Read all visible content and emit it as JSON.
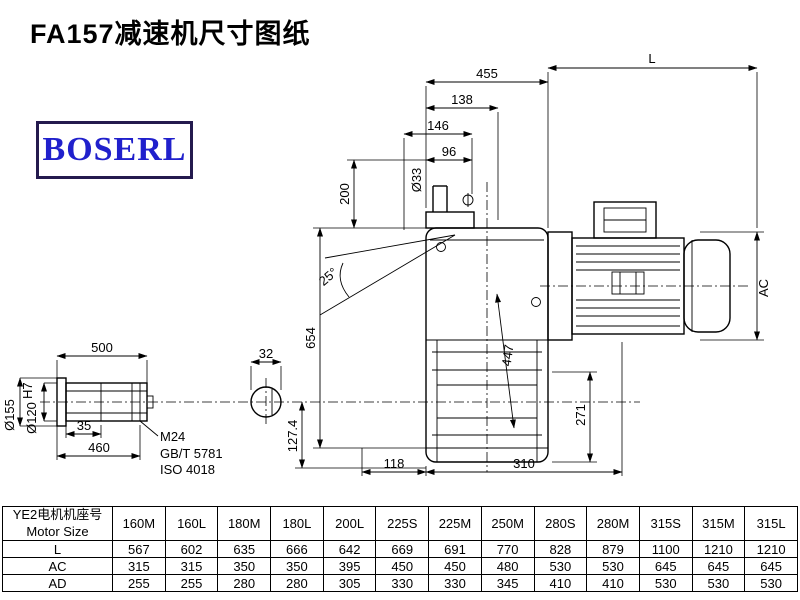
{
  "page": {
    "title": "FA157减速机尺寸图纸"
  },
  "logo": {
    "text": "BOSERL"
  },
  "drawing": {
    "dims": {
      "top_455": "455",
      "top_L": "L",
      "top_138": "138",
      "top_146": "146",
      "top_96": "96",
      "dia_33": "Ø33",
      "v_200": "200",
      "angle_25": "25°",
      "v_654": "654",
      "v_447": "447",
      "v_AC": "AC",
      "v_271": "271",
      "b_118": "118",
      "b_310": "310",
      "v_127_4": "127.4",
      "s_32": "32",
      "s_500": "500",
      "s_35": "35",
      "s_460": "460",
      "dia_155": "Ø155",
      "dia_120_base": "Ø120",
      "dia_120_sup": "H7",
      "thread": "M24",
      "std_gb": "GB/T 5781",
      "std_iso": "ISO 4018"
    }
  },
  "table": {
    "header": {
      "line1": "YE2电机机座号",
      "line2": "Motor Size"
    },
    "columns": [
      "160M",
      "160L",
      "180M",
      "180L",
      "200L",
      "225S",
      "225M",
      "250M",
      "280S",
      "280M",
      "315S",
      "315M",
      "315L"
    ],
    "rows": [
      {
        "label": "L",
        "values": [
          "567",
          "602",
          "635",
          "666",
          "642",
          "669",
          "691",
          "770",
          "828",
          "879",
          "1100",
          "1210",
          "1210"
        ]
      },
      {
        "label": "AC",
        "values": [
          "315",
          "315",
          "350",
          "350",
          "395",
          "450",
          "450",
          "480",
          "530",
          "530",
          "645",
          "645",
          "645"
        ]
      },
      {
        "label": "AD",
        "values": [
          "255",
          "255",
          "280",
          "280",
          "305",
          "330",
          "330",
          "345",
          "410",
          "410",
          "530",
          "530",
          "530"
        ]
      }
    ]
  }
}
